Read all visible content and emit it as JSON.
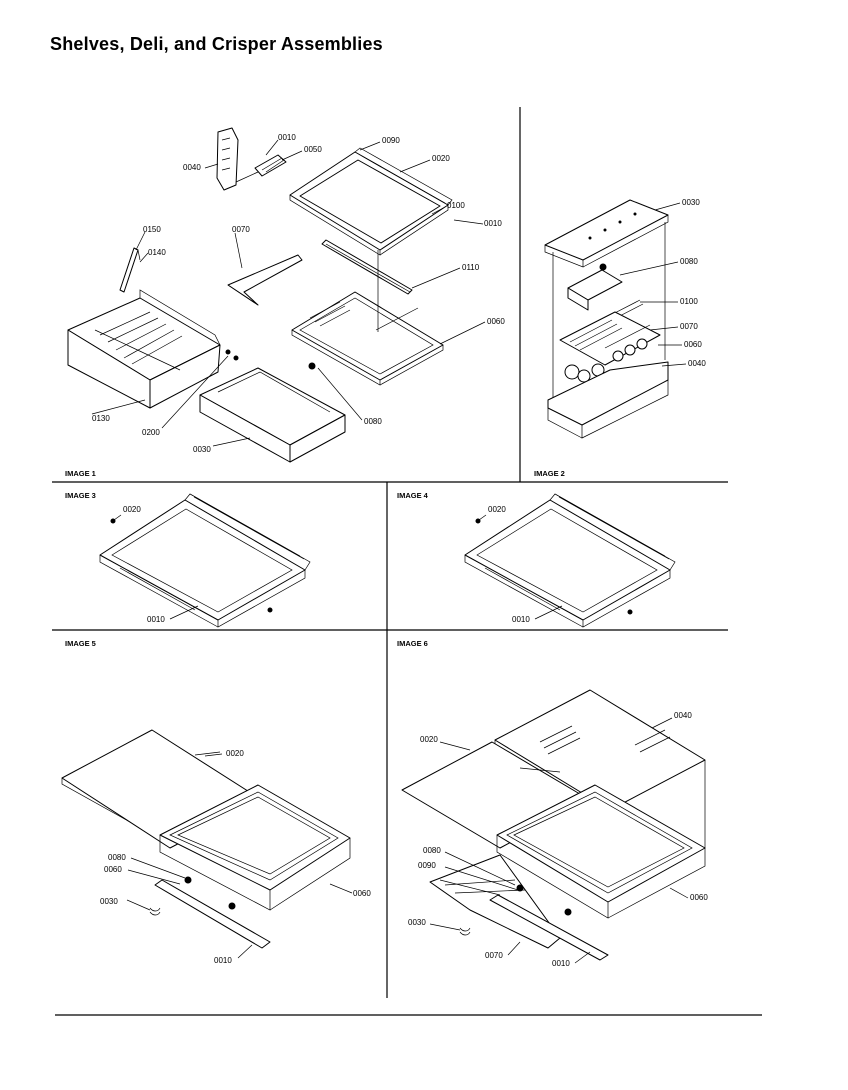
{
  "title": "Shelves, Deli, and Crisper Assemblies",
  "sections": {
    "image1": "IMAGE 1",
    "image2": "IMAGE 2",
    "image3": "IMAGE 3",
    "image4": "IMAGE 4",
    "image5": "IMAGE 5",
    "image6": "IMAGE 6"
  },
  "image1_labels": {
    "p0010a": "0010",
    "p0050": "0050",
    "p0040": "0040",
    "p0090": "0090",
    "p0020": "0020",
    "p0100": "0100",
    "p0010b": "0010",
    "p0150": "0150",
    "p0140": "0140",
    "p0070": "0070",
    "p0110": "0110",
    "p0060": "0060",
    "p0130": "0130",
    "p0200": "0200",
    "p0030": "0030",
    "p0080": "0080"
  },
  "image2_labels": {
    "p0030": "0030",
    "p0080": "0080",
    "p0100": "0100",
    "p0070": "0070",
    "p0060": "0060",
    "p0040": "0040"
  },
  "image3_labels": {
    "p0020": "0020",
    "p0010": "0010"
  },
  "image4_labels": {
    "p0020": "0020",
    "p0010": "0010"
  },
  "image5_labels": {
    "p0020": "0020",
    "p0080": "0080",
    "p0060a": "0060",
    "p0030": "0030",
    "p0060b": "0060",
    "p0010": "0010"
  },
  "image6_labels": {
    "p0040": "0040",
    "p0020": "0020",
    "p0080": "0080",
    "p0090": "0090",
    "p0060": "0060",
    "p0030": "0030",
    "p0070": "0070",
    "p0010": "0010"
  }
}
